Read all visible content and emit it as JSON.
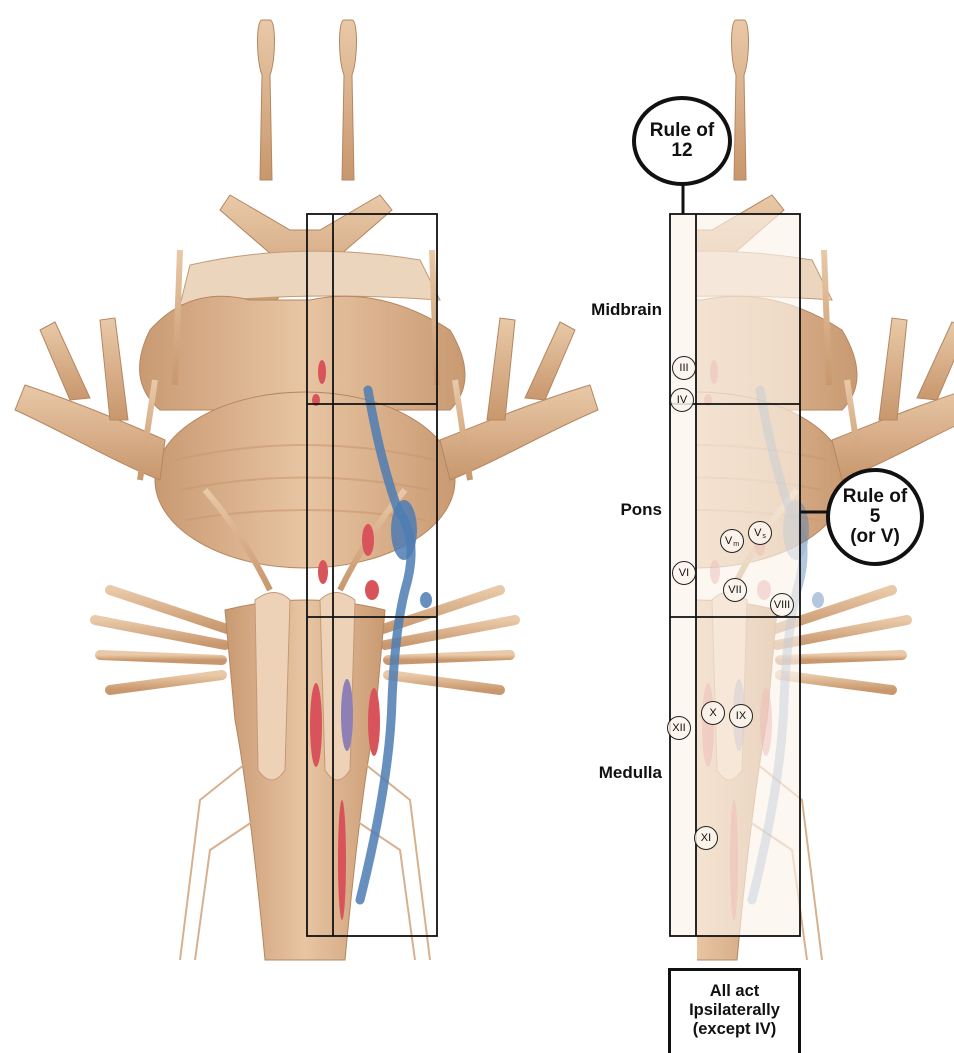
{
  "regions": {
    "midbrain": "Midbrain",
    "pons": "Pons",
    "medulla": "Medulla"
  },
  "rule_12": {
    "line1": "Rule of",
    "line2": "12"
  },
  "rule_5": {
    "line1": "Rule of",
    "line2": "5",
    "line3": "(or V)"
  },
  "nerves": {
    "III": "III",
    "IV": "IV",
    "VI": "VI",
    "Vm": "V",
    "Vm_sub": "m",
    "Vs": "V",
    "Vs_sub": "s",
    "VII": "VII",
    "VIII": "VIII",
    "XII": "XII",
    "X": "X",
    "IX": "IX",
    "XI": "XI"
  },
  "note": {
    "line1": "All act",
    "line2": "Ipsilaterally",
    "line3": "(except IV)"
  },
  "colors": {
    "tissue": "#d9ab85",
    "tissue_light": "#ebd0b6",
    "tissue_dark": "#b98862",
    "motor_nuclei": "#d9545a",
    "sensory_nuclei": "#4d7cb3",
    "mixed_nuclei": "#8e7fb6",
    "outline": "#111111"
  }
}
